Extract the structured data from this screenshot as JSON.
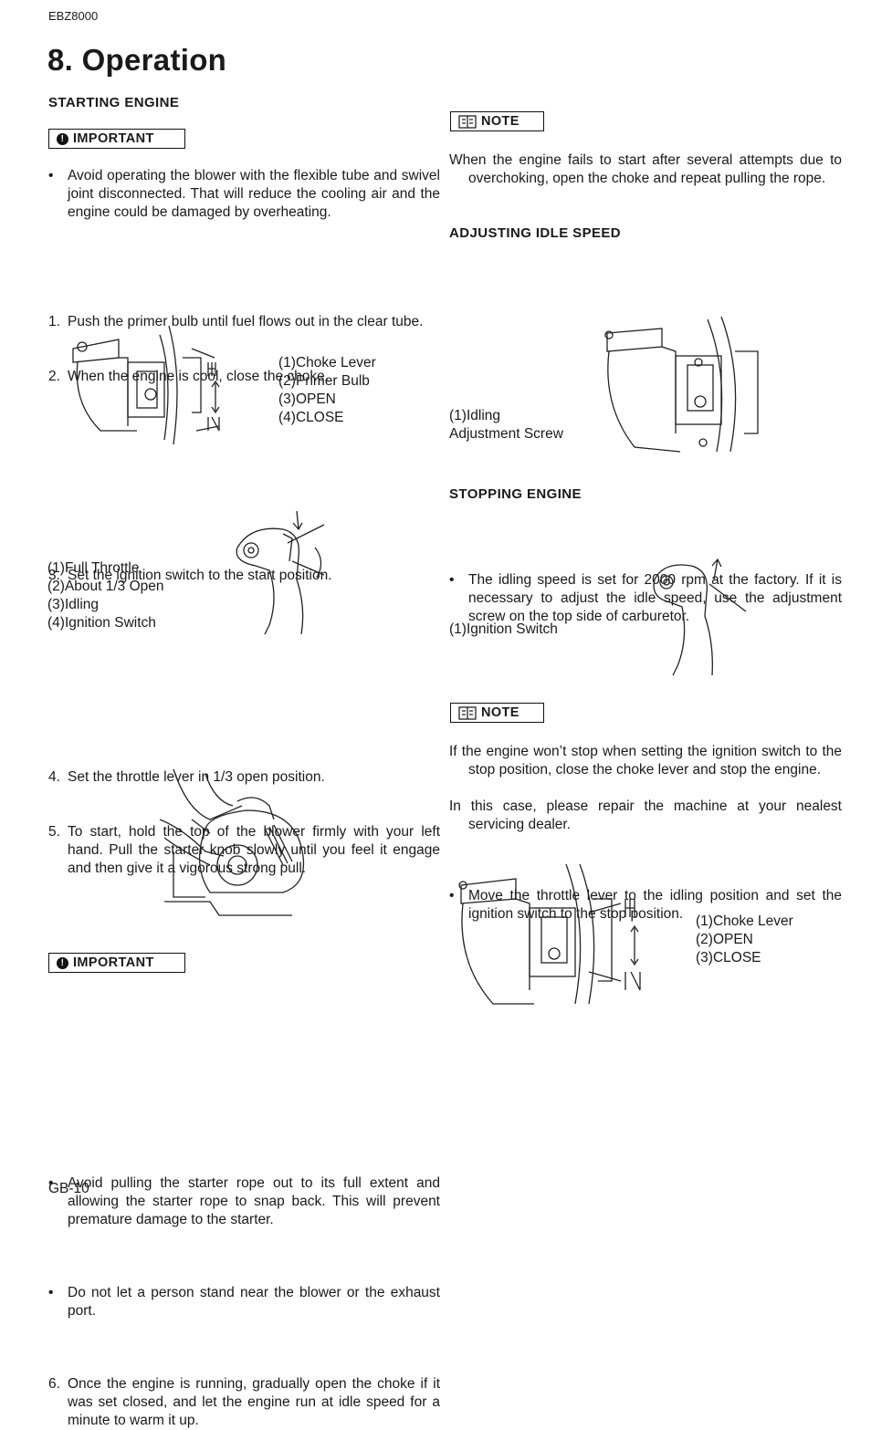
{
  "header": {
    "model": "EBZ8000"
  },
  "title": "8. Operation",
  "left": {
    "starting_heading": "STARTING ENGINE",
    "important_label": "IMPORTANT",
    "important1_bullets": [
      "Avoid operating the blower with the flexible tube and swivel joint disconnected. That will reduce the cooling air and the engine could be damaged by overheating."
    ],
    "steps_a": [
      {
        "n": "1.",
        "text": "Push the primer bulb until fuel flows out in the clear tube."
      },
      {
        "n": "2.",
        "text": "When the engine is cool, close the choke."
      }
    ],
    "fig1_captions": [
      "(1)Choke Lever",
      "(2)Primer Bulb",
      "(3)OPEN",
      "(4)CLOSE"
    ],
    "step3": {
      "n": "3.",
      "text": "Set the ignition switch to the start position."
    },
    "fig2_captions": [
      "(1)Full Throttle",
      "(2)About 1/3 Open",
      "(3)Idling",
      "(4)Ignition Switch"
    ],
    "step4": {
      "n": "4.",
      "text": "Set the throttle lever in 1/3 open position."
    },
    "step5": {
      "n": "5.",
      "text": "To start, hold the top of the blower firmly with your left hand. Pull the starter knob slowly until you feel it engage and then give it a vigorous strong pull."
    },
    "important2_label": "IMPORTANT",
    "important2_bullets": [
      "Avoid pulling the starter rope out to its full extent and allowing the starter rope to snap back. This will prevent premature damage to the starter.",
      "Do not let a person stand near the blower or the exhaust port."
    ],
    "step6": {
      "n": "6.",
      "text": "Once the engine is running, gradually open the choke if it was set closed, and let the engine run at idle speed for a minute to warm it up."
    }
  },
  "right": {
    "note1_label": "NOTE",
    "note1_text": "When the engine fails to start after several attempts due to overchoking, open the choke and repeat pulling the rope.",
    "idle_heading": "ADJUSTING IDLE SPEED",
    "idle_bullet": "The idling speed is set for 2000 rpm at the factory. If it is necessary to adjust the idle speed, use the adjustment screw on the top side of carburetor.",
    "fig3_captions": [
      "(1)Idling",
      "Adjustment Screw"
    ],
    "stopping_heading": "STOPPING ENGINE",
    "stopping_bullet": "Move the throttle lever to the idling position and set the ignition switch to the stop position.",
    "fig4_captions": [
      "(1)Ignition Switch"
    ],
    "note2_label": "NOTE",
    "note2_paras": [
      "If the engine won’t stop when setting the ignition switch to the stop position, close the choke lever and stop the engine.",
      "In this case, please repair the machine at your nealest servicing dealer."
    ],
    "fig5_captions": [
      "(1)Choke Lever",
      "(2)OPEN",
      "(3)CLOSE"
    ]
  },
  "footer": {
    "page": "GB-10"
  }
}
